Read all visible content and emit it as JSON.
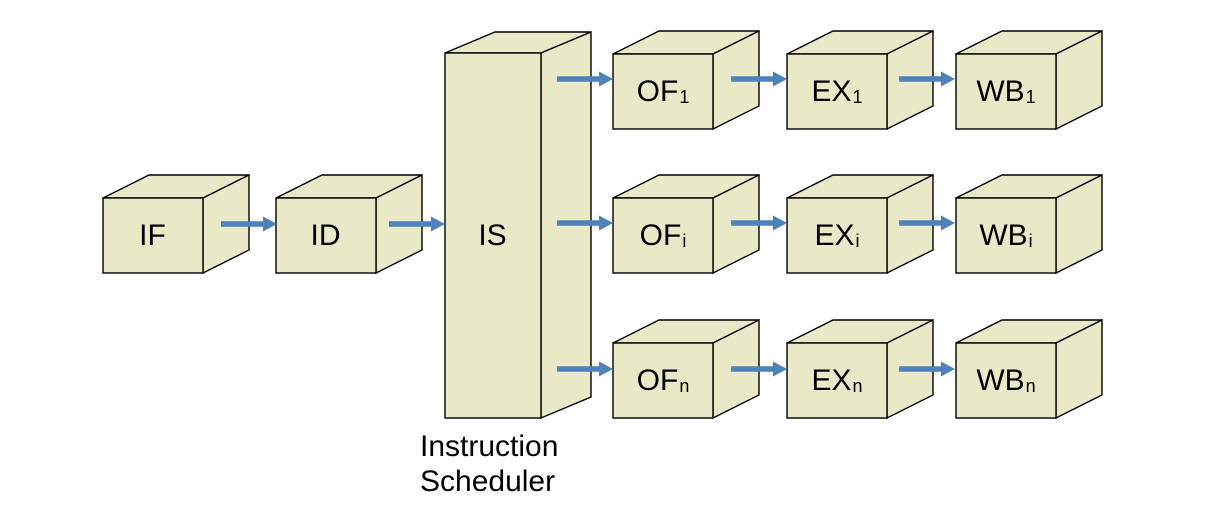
{
  "diagram": {
    "colors": {
      "box_fill": "#e9e9c8",
      "box_outline": "#000000",
      "arrow": "#4f81bd",
      "background": "#ffffff",
      "label_text": "#000000"
    },
    "boxes": {
      "if": {
        "base": "IF",
        "sub": ""
      },
      "id": {
        "base": "ID",
        "sub": ""
      },
      "is": {
        "base": "IS",
        "sub": ""
      },
      "of1": {
        "base": "OF",
        "sub": "1"
      },
      "ex1": {
        "base": "EX",
        "sub": "1"
      },
      "wb1": {
        "base": "WB",
        "sub": "1"
      },
      "ofi": {
        "base": "OF",
        "sub": "i"
      },
      "exi": {
        "base": "EX",
        "sub": "i"
      },
      "wbi": {
        "base": "WB",
        "sub": "i"
      },
      "ofn": {
        "base": "OF",
        "sub": "n"
      },
      "exn": {
        "base": "EX",
        "sub": "n"
      },
      "wbn": {
        "base": "WB",
        "sub": "n"
      }
    },
    "scheduler_label": {
      "line1": "Instruction",
      "line2": "Scheduler"
    },
    "connections": [
      {
        "from": "if",
        "to": "id"
      },
      {
        "from": "id",
        "to": "is"
      },
      {
        "from": "is",
        "to": "of1"
      },
      {
        "from": "is",
        "to": "ofi"
      },
      {
        "from": "is",
        "to": "ofn"
      },
      {
        "from": "of1",
        "to": "ex1"
      },
      {
        "from": "ex1",
        "to": "wb1"
      },
      {
        "from": "ofi",
        "to": "exi"
      },
      {
        "from": "exi",
        "to": "wbi"
      },
      {
        "from": "ofn",
        "to": "exn"
      },
      {
        "from": "exn",
        "to": "wbn"
      }
    ]
  }
}
